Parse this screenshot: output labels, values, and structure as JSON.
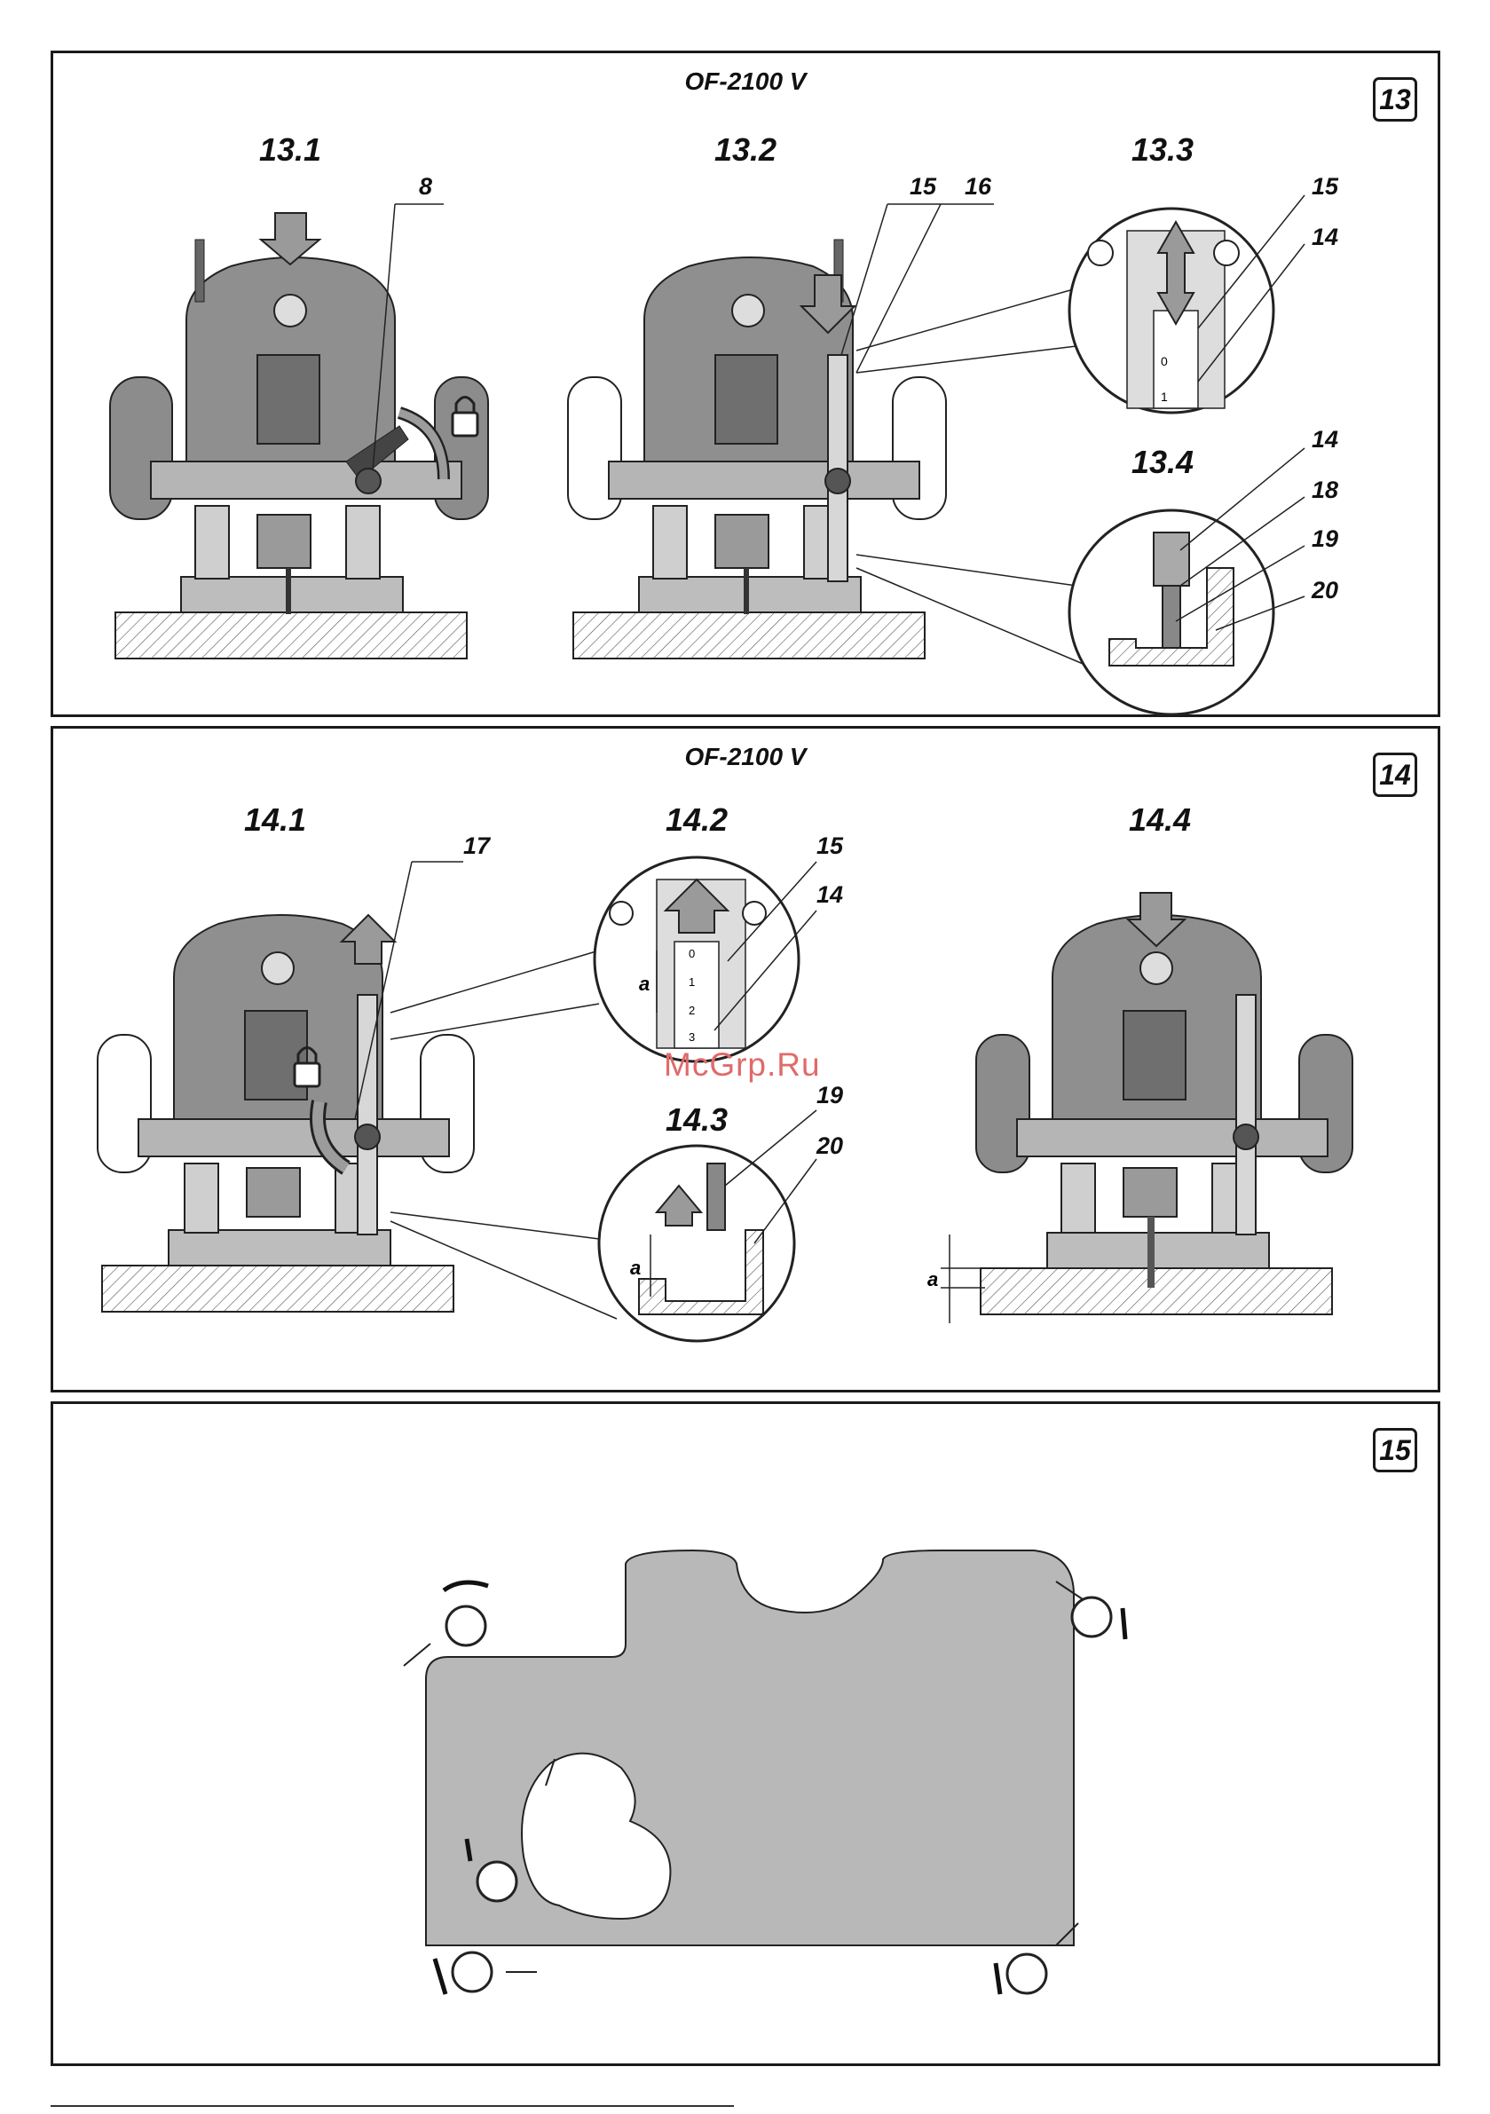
{
  "panel13": {
    "model": "OF-2100 V",
    "number": "13",
    "subfigs": [
      "13.1",
      "13.2",
      "13.3",
      "13.4"
    ],
    "callouts": [
      "8",
      "15",
      "16",
      "15",
      "14",
      "14",
      "18",
      "19",
      "20"
    ]
  },
  "panel14": {
    "model": "OF-2100 V",
    "number": "14",
    "subfigs": [
      "14.1",
      "14.2",
      "14.3",
      "14.4"
    ],
    "callouts": [
      "17",
      "15",
      "14",
      "19",
      "20"
    ],
    "dim_label": "a",
    "scale_ticks": [
      "0",
      "1",
      "2",
      "3"
    ]
  },
  "panel15": {
    "number": "15"
  },
  "scale13": [
    "0",
    "1"
  ],
  "watermark": "McGrp.Ru"
}
